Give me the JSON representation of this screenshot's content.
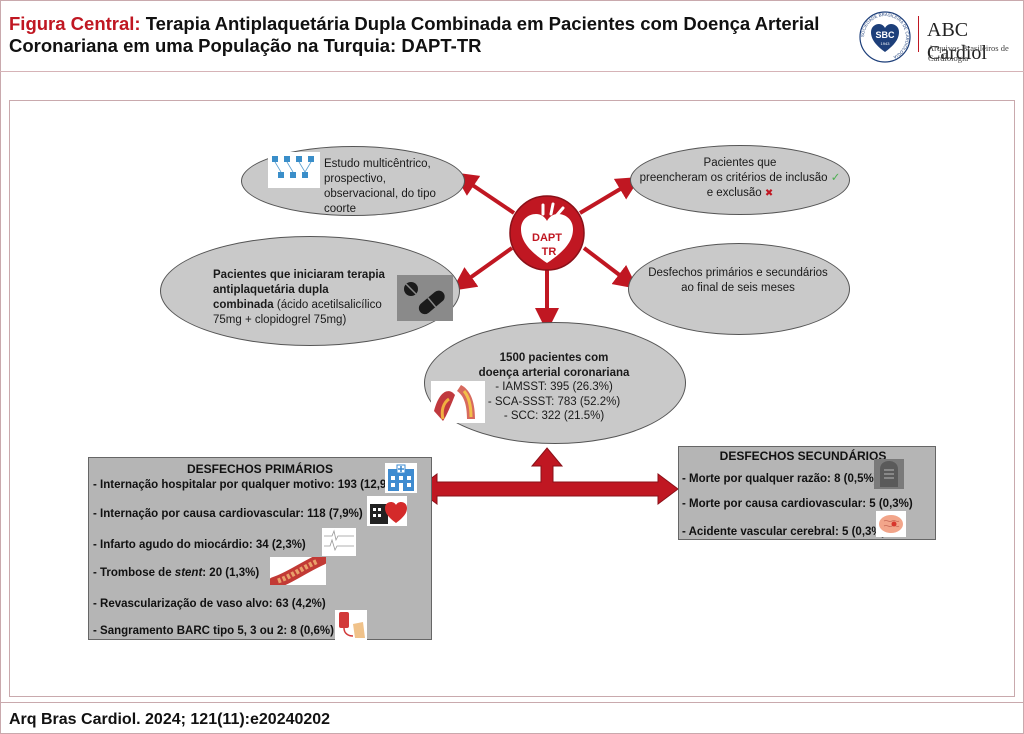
{
  "header": {
    "title_prefix": "Figura Central:",
    "title_main": "Terapia Antiplaquetária Dupla Combinada em Pacientes com Doença Arterial Coronariana em uma População na Turquia: DAPT-TR",
    "sbc_abbr": "SBC",
    "sbc_ring": "SOCIEDADE BRASILEIRA DE CARDIOLOGIA",
    "sbc_year": "1943",
    "abc_name": "ABC Cardiol",
    "abc_sub": "Arquivos Brasileiros de Cardiologia"
  },
  "hub": {
    "label_line1": "DAPT",
    "label_line2": "TR"
  },
  "study": {
    "text": "Estudo multicêntrico, prospectivo, observacional, do tipo coorte"
  },
  "criteria": {
    "line1": "Pacientes que",
    "line2": "preencheram os critérios de inclusão",
    "check": "✓",
    "line3": "e exclusão",
    "cross": "✖"
  },
  "therapy": {
    "bold_text": "Pacientes que iniciaram terapia antiplaquetária dupla combinada",
    "detail": "(ácido acetilsalicílico 75mg + clopidogrel 75mg)"
  },
  "outcomes_note": {
    "text": "Desfechos primários e secundários ao final de seis meses"
  },
  "population": {
    "title": "1500 pacientes com doença arterial coronariana",
    "items": [
      "- IAMSST: 395 (26.3%)",
      "- SCA-SSST: 783 (52.2%)",
      "- SCC: 322 (21.5%)"
    ]
  },
  "primary": {
    "title": "DESFECHOS PRIMÁRIOS",
    "items": [
      {
        "text": "- Internação hospitalar por qualquer motivo: 193 (12,9%)",
        "icon": "hospital-icon"
      },
      {
        "text": "- Internação por causa cardiovascular: 118 (7,9%)",
        "icon": "cardio-hospital-icon"
      },
      {
        "text": "- Infarto agudo do miocárdio: 34 (2,3%)",
        "icon": "ecg-icon"
      },
      {
        "text_pre": "- Trombose de ",
        "text_em": "stent",
        "text_post": ": 20 (1,3%)",
        "icon": "stent-icon"
      },
      {
        "text": "- Revascularização de vaso alvo: 63 (4,2%)",
        "icon": ""
      },
      {
        "text": "- Sangramento BARC tipo 5, 3 ou 2: 8 (0,6%)",
        "icon": "blood-transfusion-icon"
      }
    ]
  },
  "secondary": {
    "title": "DESFECHOS SECUNDÁRIOS",
    "items": [
      {
        "text": "- Morte por qualquer razão: 8 (0,5%)",
        "icon": "tombstone-icon"
      },
      {
        "text": "- Morte por causa cardiovascular: 5 (0,3%)",
        "icon": ""
      },
      {
        "text": "- Acidente vascular cerebral: 5 (0,3%)",
        "icon": "brain-icon"
      }
    ]
  },
  "footer": {
    "citation": "Arq Bras Cardiol. 2024; 121(11):e20240202"
  },
  "colors": {
    "accent_red": "#c01722",
    "ellipse_gray": "#c9c9c9",
    "box_gray": "#b5b5b5"
  }
}
